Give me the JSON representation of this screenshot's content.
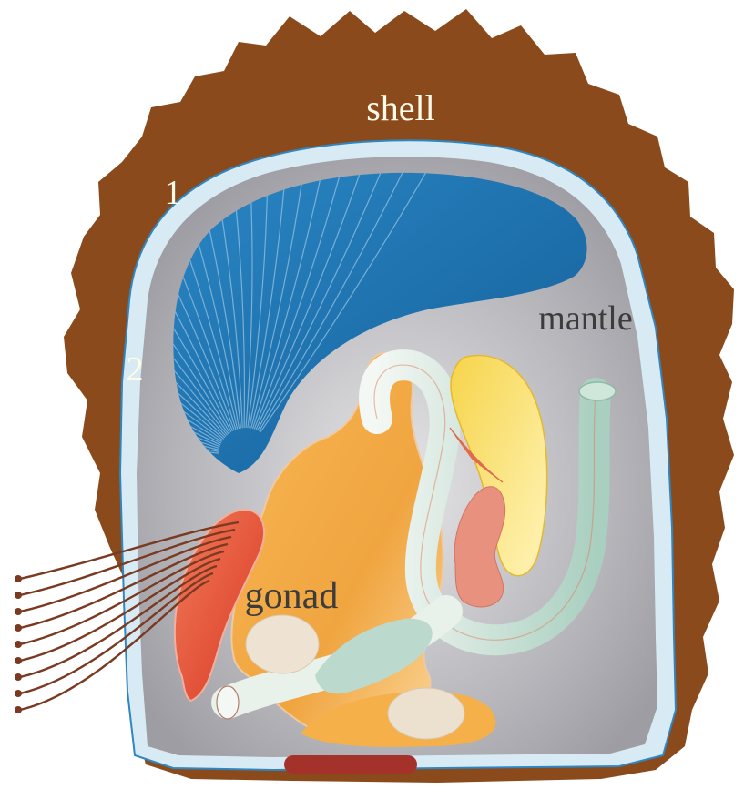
{
  "labels": {
    "shell": "shell",
    "mantle": "mantle",
    "gonad": "gonad",
    "layer_1": "1",
    "layer_2": "2"
  },
  "colors": {
    "shell": "#8b4a1c",
    "shell_lining": "#d8eaf4",
    "shell_lining_edge": "#2f86c0",
    "mantle": "#b9b9bd",
    "gill": "#1c77b5",
    "gill_dark": "#0f5b93",
    "gonad": "#f2ab45",
    "intestine": "#dfeee6",
    "gland": "#f4c529",
    "pink": "#e58a7a",
    "red_organ": "#e2452c",
    "nerves": "#7a3a22",
    "foot_pad": "#a5322a",
    "label_light": "#fffbe8",
    "label_dark": "#3c3c3c"
  }
}
